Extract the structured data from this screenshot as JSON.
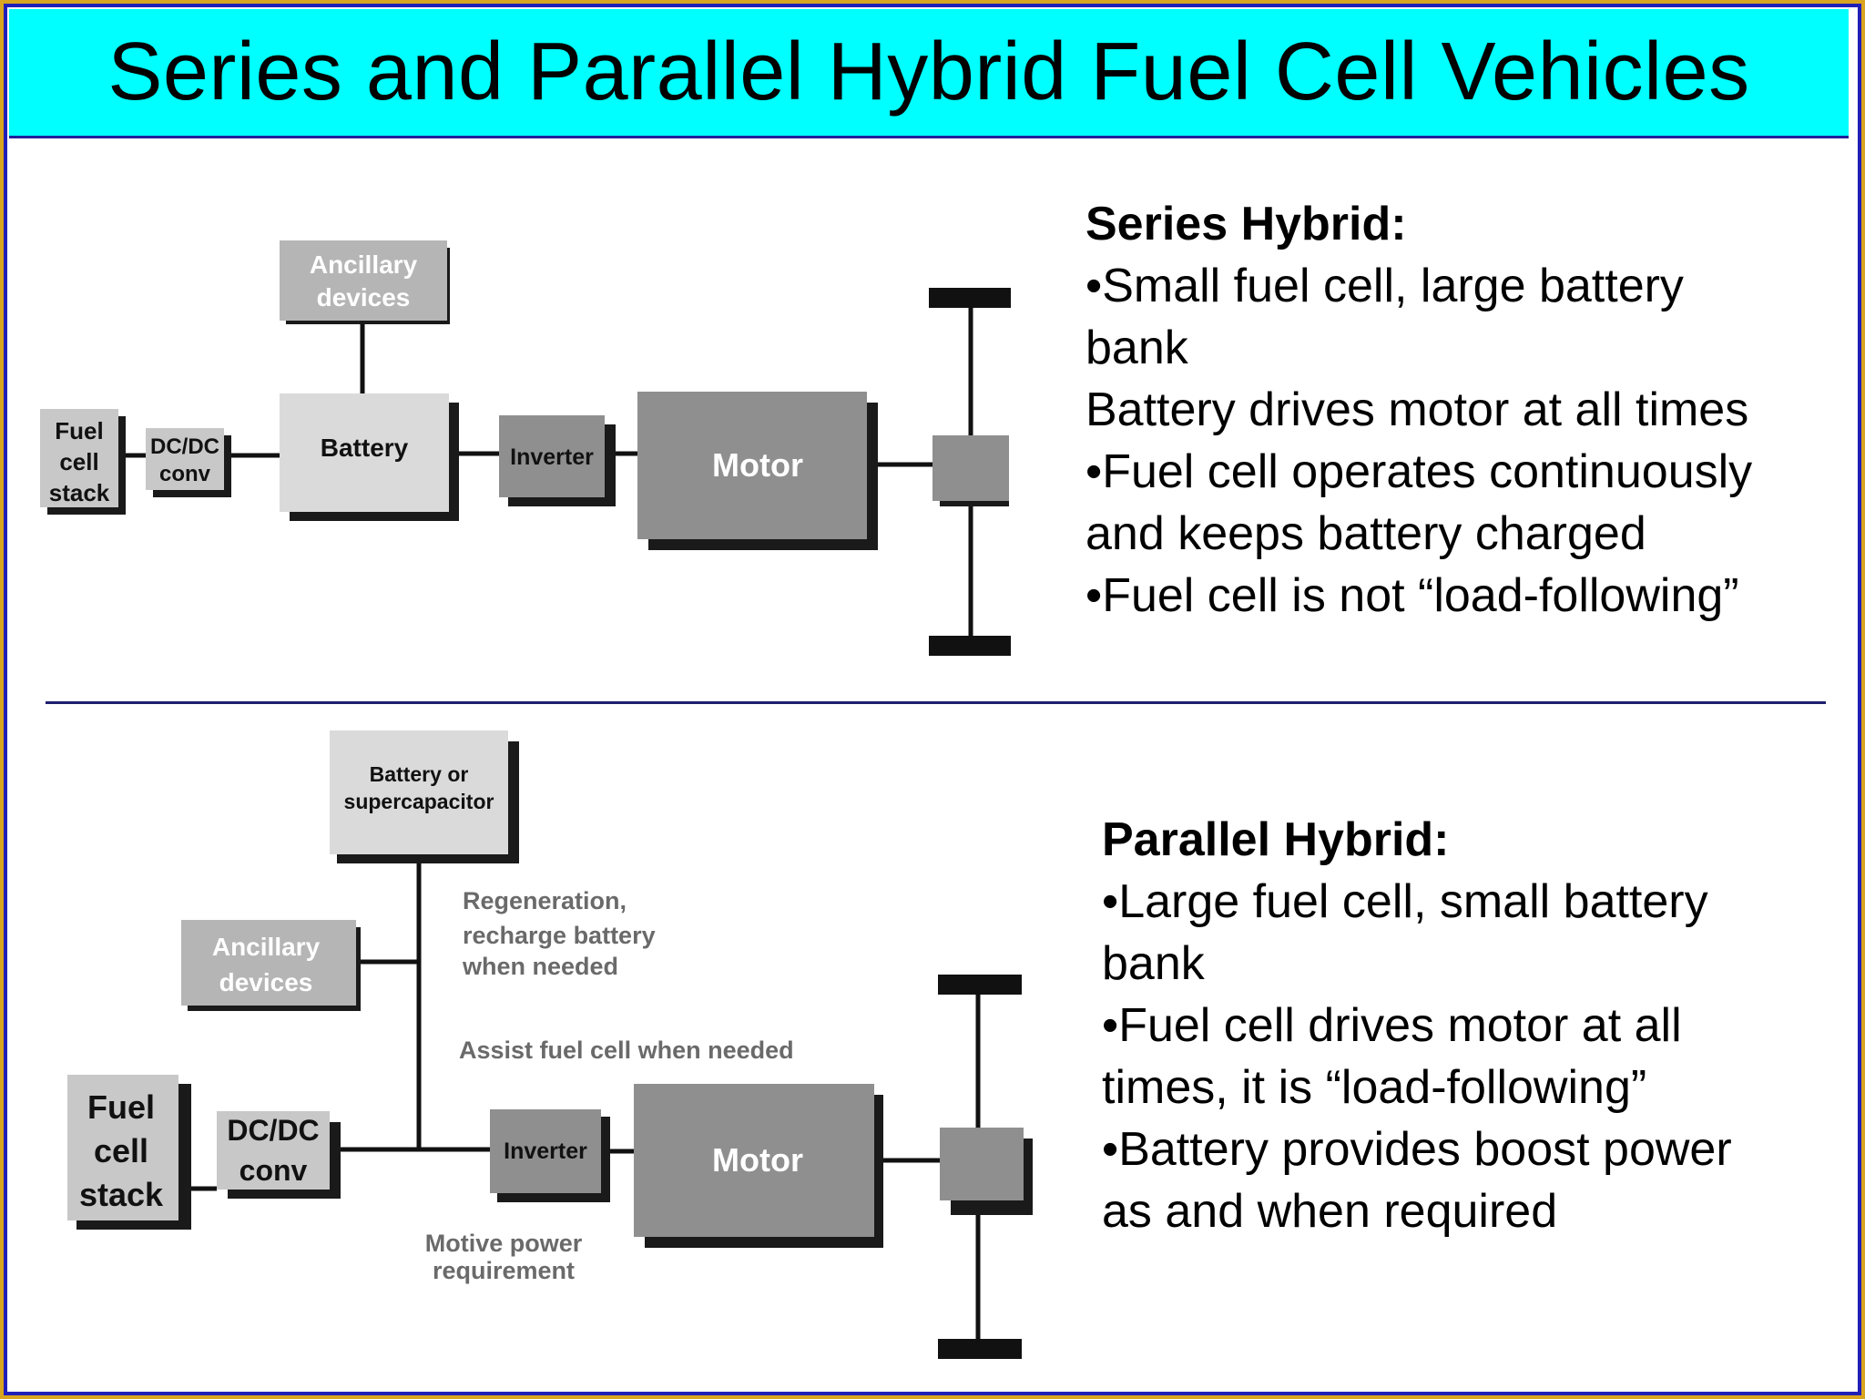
{
  "title": "Series and Parallel Hybrid Fuel Cell Vehicles",
  "series": {
    "diagram": {
      "fuel_cell": [
        "Fuel",
        "cell",
        "stack"
      ],
      "dcdc": [
        "DC/DC",
        "conv"
      ],
      "ancillary": [
        "Ancillary",
        "devices"
      ],
      "battery": "Battery",
      "inverter": "Inverter",
      "motor": "Motor"
    },
    "heading": "Series Hybrid:",
    "lines": [
      "•Small fuel cell, large battery",
      "bank",
      "Battery drives motor at all times",
      "•Fuel cell operates continuously",
      "and keeps battery charged",
      "•Fuel cell is not “load-following”"
    ]
  },
  "parallel": {
    "diagram": {
      "battery": [
        "Battery or",
        "supercapacitor"
      ],
      "ancillary": [
        "Ancillary",
        "devices"
      ],
      "fuel_cell": [
        "Fuel",
        "cell",
        "stack"
      ],
      "dcdc": [
        "DC/DC",
        "conv"
      ],
      "inverter": "Inverter",
      "motor": "Motor",
      "note_regen": [
        "Regeneration,",
        "recharge battery",
        "when needed"
      ],
      "note_assist": "Assist fuel cell when needed",
      "note_motive": [
        "Motive power",
        "requirement"
      ]
    },
    "heading": "Parallel Hybrid:",
    "lines": [
      "•Large fuel cell, small battery",
      "bank",
      "•Fuel cell drives motor at all",
      "times, it is “load-following”",
      "•Battery provides boost power",
      "as and when required"
    ]
  },
  "colors": {
    "frame_outer": "#d9a520",
    "frame_inner": "#1f1fb8",
    "title_bg": "#00ffff",
    "box_light": "#d9d9d9",
    "box_mid": "#bdbdbd",
    "box_dark": "#8c8c8c",
    "shadow": "#1a1a1a"
  }
}
